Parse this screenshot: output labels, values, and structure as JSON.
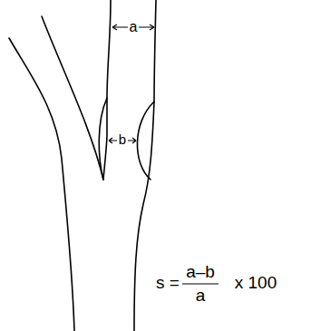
{
  "diagram": {
    "labels": [
      "a",
      "b",
      "s =",
      "a–b",
      "a",
      "x 100"
    ]
  }
}
